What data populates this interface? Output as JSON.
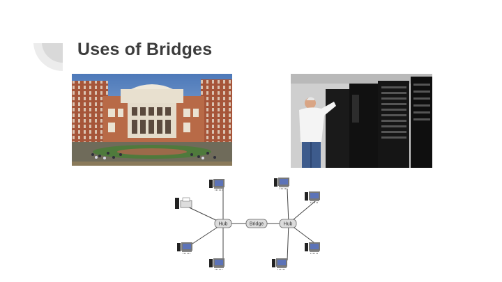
{
  "slide": {
    "title": "Uses of Bridges"
  },
  "images": {
    "campus_photo": "university campus building with courtyard",
    "server_photo": "person working at server racks in data center"
  },
  "diagram": {
    "nodes": [
      {
        "id": "hub_left",
        "label": "Hub"
      },
      {
        "id": "bridge",
        "label": "Bridge"
      },
      {
        "id": "hub_right",
        "label": "Hub"
      }
    ]
  },
  "colors": {
    "title": "#3c3c3c",
    "corner_mark": "#e5e5e5",
    "diagram_line": "#444444"
  }
}
